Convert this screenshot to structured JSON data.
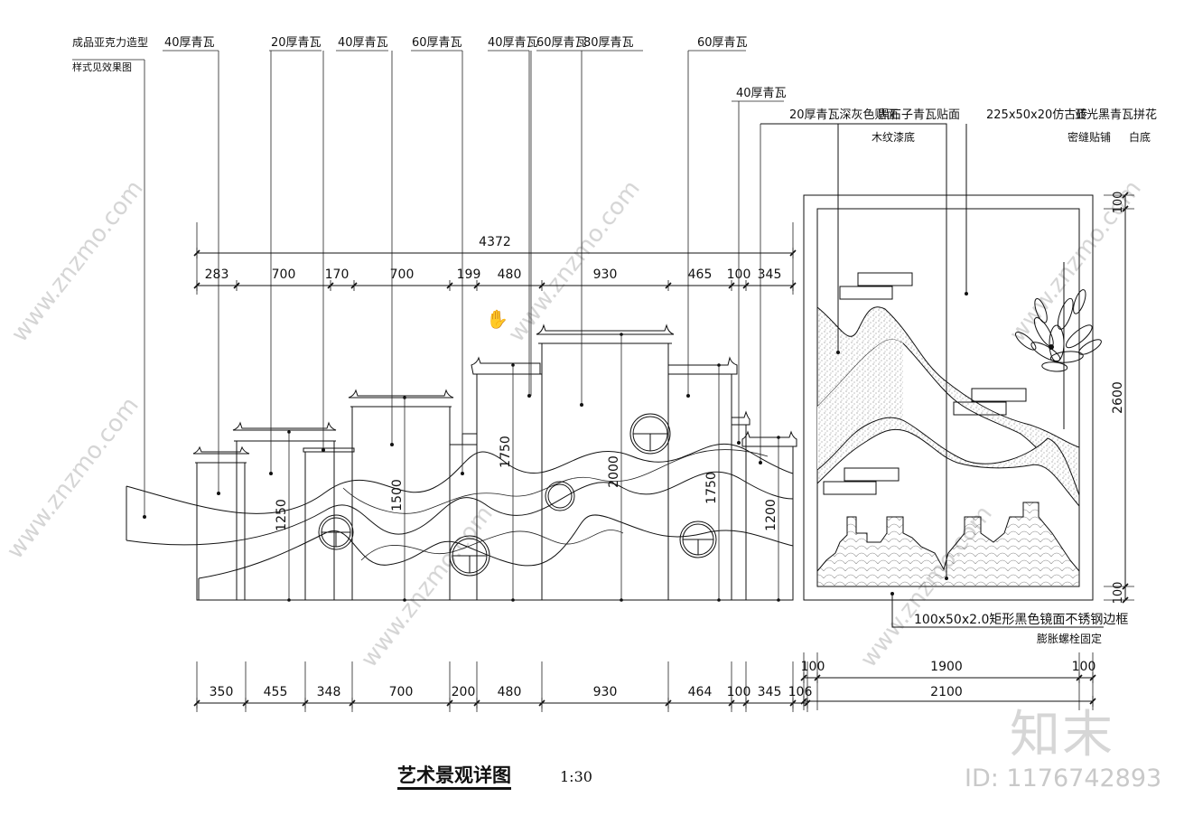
{
  "drawing": {
    "title": "艺术景观详图",
    "scale": "1:30"
  },
  "left_callouts": [
    {
      "text": "成品亚克力造型"
    },
    {
      "text": "样式见效果图"
    },
    {
      "text": "40厚青瓦"
    },
    {
      "text": "20厚青瓦"
    },
    {
      "text": "40厚青瓦"
    },
    {
      "text": "60厚青瓦"
    },
    {
      "text": "40厚青瓦"
    },
    {
      "text": "60厚青瓦"
    },
    {
      "text": "80厚青瓦"
    },
    {
      "text": "60厚青瓦"
    },
    {
      "text": "40厚青瓦"
    }
  ],
  "right_callouts": [
    {
      "text": "20厚青瓦深灰色贴面"
    },
    {
      "text": "木纹漆底"
    },
    {
      "text": "黑石子青瓦贴面"
    },
    {
      "text": "225x50x20仿古砖"
    },
    {
      "text": "密缝贴铺"
    },
    {
      "text": "亚光黑青瓦拼花"
    },
    {
      "text": "白底"
    },
    {
      "text": "100x50x2.0矩形黑色镜面不锈钢边框"
    },
    {
      "text": "膨胀螺栓固定"
    }
  ],
  "top_dims": {
    "total": "4372",
    "segments": [
      "283",
      "700",
      "170",
      "700",
      "199",
      "480",
      "930",
      "465",
      "100",
      "345"
    ]
  },
  "bottom_dims": {
    "segments": [
      "350",
      "455",
      "348",
      "700",
      "200",
      "480",
      "930",
      "464",
      "100",
      "345",
      "106"
    ]
  },
  "right_dims": {
    "top": [
      "100",
      "1900",
      "100"
    ],
    "total": "2100",
    "vertical": [
      "100",
      "2600",
      "100"
    ]
  },
  "height_dims": [
    "1250",
    "1500",
    "1750",
    "2000",
    "1750",
    "1200"
  ],
  "watermark": {
    "brand": "知末",
    "id": "ID: 1176742893",
    "site": "www.znzmo.com"
  }
}
